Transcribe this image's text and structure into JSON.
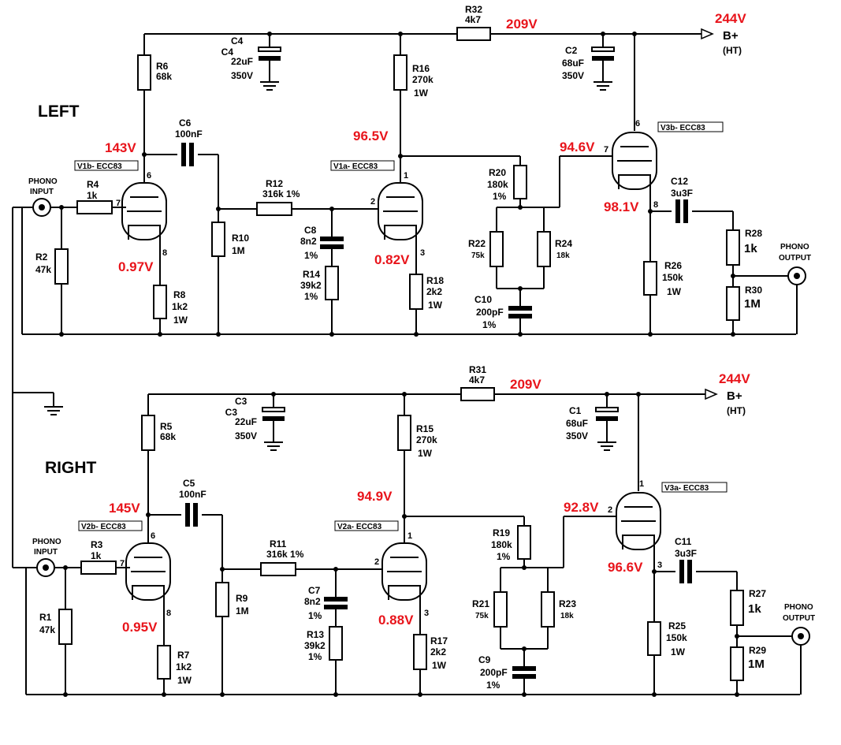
{
  "colors": {
    "voltage": "#e8141b",
    "wire": "#000000",
    "background": "#ffffff"
  },
  "channels": {
    "left": {
      "label": "LEFT",
      "r32": {
        "ref": "R32",
        "val": "4k7"
      },
      "r6": {
        "ref": "R6",
        "val": "68k"
      },
      "c4": {
        "ref": "C4",
        "val": "22uF",
        "volt": "350V"
      },
      "r16": {
        "ref": "R16",
        "val": "270k",
        "power": "1W"
      },
      "c2": {
        "ref": "C2",
        "val": "68uF",
        "volt": "350V"
      },
      "c6": {
        "ref": "C6",
        "val": "100nF"
      },
      "r4": {
        "ref": "R4",
        "val": "1k"
      },
      "r2": {
        "ref": "R2",
        "val": "47k"
      },
      "r10": {
        "ref": "R10",
        "val": "1M"
      },
      "r12": {
        "ref": "R12",
        "val": "316k 1%"
      },
      "c8": {
        "ref": "C8",
        "val": "8n2",
        "tol": "1%"
      },
      "r14": {
        "ref": "R14",
        "val": "39k2",
        "tol": "1%"
      },
      "r8": {
        "ref": "R8",
        "val": "1k2",
        "power": "1W"
      },
      "r18": {
        "ref": "R18",
        "val": "2k2",
        "power": "1W"
      },
      "r20": {
        "ref": "R20",
        "val": "180k",
        "tol": "1%"
      },
      "r22": {
        "ref": "R22",
        "val": "75k"
      },
      "r24": {
        "ref": "R24",
        "val": "18k"
      },
      "c10": {
        "ref": "C10",
        "val": "200pF",
        "tol": "1%"
      },
      "c12": {
        "ref": "C12",
        "val": "3u3F"
      },
      "r26": {
        "ref": "R26",
        "val": "150k",
        "power": "1W"
      },
      "r28": {
        "ref": "R28",
        "val": "1k"
      },
      "r30": {
        "ref": "R30",
        "val": "1M"
      },
      "tube1": {
        "name": "V1b",
        "type": "- ECC83",
        "grid": "7",
        "anode": "6",
        "cathode": "8"
      },
      "tube2": {
        "name": "V1a",
        "type": "- ECC83",
        "grid": "2",
        "anode": "1",
        "cathode": "3"
      },
      "tube3": {
        "name": "V3b",
        "type": "- ECC83",
        "grid": "7",
        "anode": "6",
        "cathode": "8"
      },
      "voltages": {
        "bplus": "244V",
        "r32_out": "209V",
        "v1_anode": "143V",
        "v1_cathode": "0.97V",
        "v2_anode": "96.5V",
        "v2_cathode": "0.82V",
        "v3_grid": "94.6V",
        "v3_cathode": "98.1V"
      },
      "bplus_label": "B+",
      "ht_label": "(HT)",
      "input_label": [
        "PHONO",
        "INPUT"
      ],
      "output_label": [
        "PHONO",
        "OUTPUT"
      ]
    },
    "right": {
      "label": "RIGHT",
      "r31": {
        "ref": "R31",
        "val": "4k7"
      },
      "r5": {
        "ref": "R5",
        "val": "68k"
      },
      "c3": {
        "ref": "C3",
        "val": "22uF",
        "volt": "350V"
      },
      "r15": {
        "ref": "R15",
        "val": "270k",
        "power": "1W"
      },
      "c1": {
        "ref": "C1",
        "val": "68uF",
        "volt": "350V"
      },
      "c5": {
        "ref": "C5",
        "val": "100nF"
      },
      "r3": {
        "ref": "R3",
        "val": "1k"
      },
      "r1": {
        "ref": "R1",
        "val": "47k"
      },
      "r9": {
        "ref": "R9",
        "val": "1M"
      },
      "r11": {
        "ref": "R11",
        "val": "316k 1%"
      },
      "c7": {
        "ref": "C7",
        "val": "8n2",
        "tol": "1%"
      },
      "r13": {
        "ref": "R13",
        "val": "39k2",
        "tol": "1%"
      },
      "r7": {
        "ref": "R7",
        "val": "1k2",
        "power": "1W"
      },
      "r17": {
        "ref": "R17",
        "val": "2k2",
        "power": "1W"
      },
      "r19": {
        "ref": "R19",
        "val": "180k",
        "tol": "1%"
      },
      "r21": {
        "ref": "R21",
        "val": "75k"
      },
      "r23": {
        "ref": "R23",
        "val": "18k"
      },
      "c9": {
        "ref": "C9",
        "val": "200pF",
        "tol": "1%"
      },
      "c11": {
        "ref": "C11",
        "val": "3u3F"
      },
      "r25": {
        "ref": "R25",
        "val": "150k",
        "power": "1W"
      },
      "r27": {
        "ref": "R27",
        "val": "1k"
      },
      "r29": {
        "ref": "R29",
        "val": "1M"
      },
      "tube1": {
        "name": "V2b",
        "type": "- ECC83",
        "grid": "7",
        "anode": "6",
        "cathode": "8"
      },
      "tube2": {
        "name": "V2a",
        "type": "- ECC83",
        "grid": "2",
        "anode": "1",
        "cathode": "3"
      },
      "tube3": {
        "name": "V3a",
        "type": "- ECC83",
        "grid": "2",
        "anode": "1",
        "cathode": "3"
      },
      "voltages": {
        "bplus": "244V",
        "r31_out": "209V",
        "v1_anode": "145V",
        "v1_cathode": "0.95V",
        "v2_anode": "94.9V",
        "v2_cathode": "0.88V",
        "v3_grid": "92.8V",
        "v3_cathode": "96.6V"
      },
      "bplus_label": "B+",
      "ht_label": "(HT)",
      "input_label": [
        "PHONO",
        "INPUT"
      ],
      "output_label": [
        "PHONO",
        "OUTPUT"
      ]
    }
  }
}
